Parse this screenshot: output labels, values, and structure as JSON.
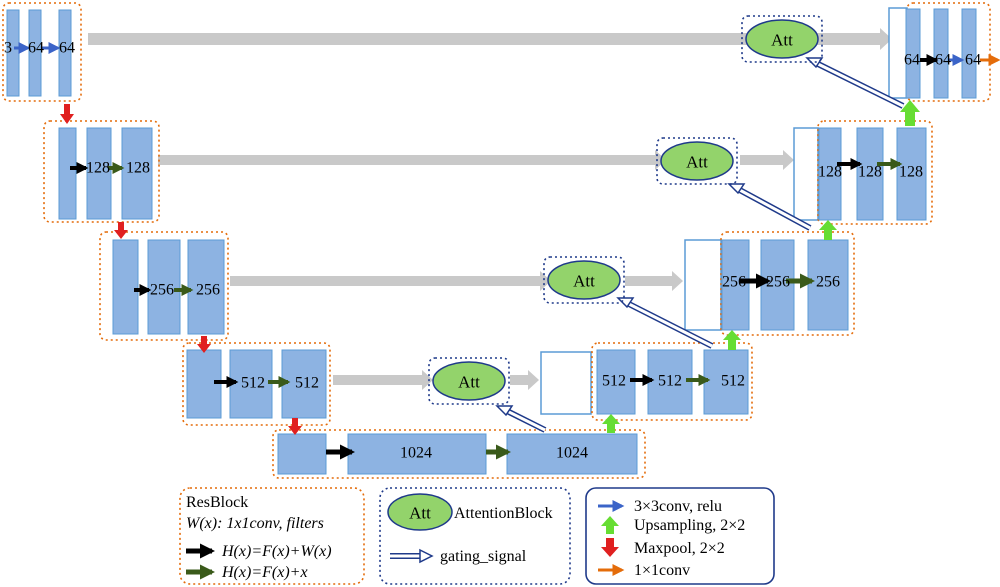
{
  "level1": {
    "in_label": "3",
    "labels": [
      "64",
      "64"
    ]
  },
  "level2": {
    "labels": [
      "128",
      "128"
    ]
  },
  "level3": {
    "labels": [
      "256",
      "256"
    ]
  },
  "level4": {
    "labels": [
      "512",
      "512"
    ]
  },
  "bottleneck": {
    "labels": [
      "1024",
      "1024"
    ]
  },
  "decoder4": {
    "labels": [
      "512",
      "512",
      "512"
    ]
  },
  "decoder3": {
    "labels": [
      "256",
      "256",
      "256"
    ]
  },
  "decoder2": {
    "labels": [
      "128",
      "128",
      "128"
    ]
  },
  "decoder1": {
    "labels": [
      "64",
      "64",
      "64"
    ]
  },
  "att_label": "Att",
  "legend": {
    "resblock": {
      "title": "ResBlock",
      "wx": "W(x): 1x1conv, filters",
      "h1": "H(x)=F(x)+W(x)",
      "h2": "H(x)=F(x)+x"
    },
    "attention": {
      "att": "Att",
      "att_text": "AttentionBlock",
      "gating_text": "gating_signal"
    },
    "ops": {
      "conv": "3×3conv, relu",
      "up": "Upsampling, 2×2",
      "pool": "Maxpool, 2×2",
      "conv1": "1×1conv"
    }
  },
  "colors": {
    "block": "#8db3e2",
    "block_border": "#5b9bd5",
    "res_border": "#e46c0a",
    "att_fill": "#93d36b",
    "att_border": "#1f3a8a",
    "skip": "#c9c9c9",
    "arrow_blue": "#3b64c8",
    "arrow_black": "#000000",
    "arrow_green": "#3a5a1a",
    "arrow_red": "#e02020",
    "arrow_up": "#66dd33",
    "arrow_orange": "#e46c0a"
  }
}
